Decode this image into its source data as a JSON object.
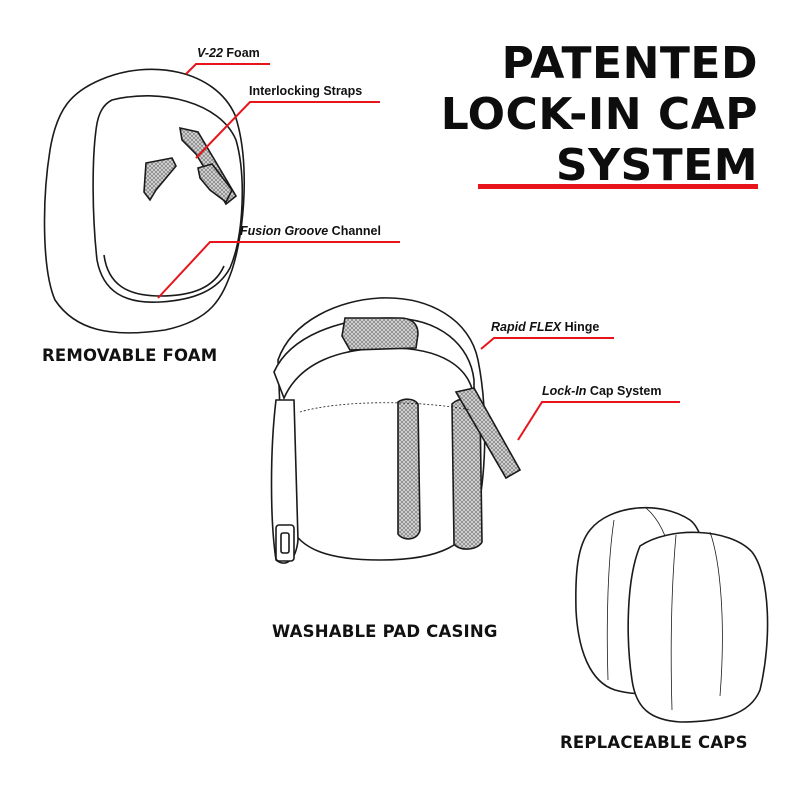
{
  "headline": {
    "lines": [
      "PATENTED",
      "LOCK-IN CAP",
      "SYSTEM"
    ],
    "accent_color": "#e8141c"
  },
  "callouts": {
    "v22_foam": {
      "italic": "V-22",
      "rest": " Foam"
    },
    "interlocking_straps": {
      "italic": "",
      "rest": "Interlocking Straps"
    },
    "fusion_groove": {
      "italic": "Fusion Groove",
      "rest": " Channel"
    },
    "rapid_flex": {
      "italic": "Rapid FLEX",
      "rest": " Hinge"
    },
    "lock_in": {
      "italic": "Lock-In",
      "rest": " Cap System"
    }
  },
  "captions": {
    "removable_foam": "REMOVABLE FOAM",
    "washable_pad": "WASHABLE PAD CASING",
    "replaceable_caps": "REPLACEABLE CAPS"
  },
  "colors": {
    "leader_line": "#e8141c",
    "outline": "#1a1a1a",
    "mesh": "#8a8a8a"
  }
}
